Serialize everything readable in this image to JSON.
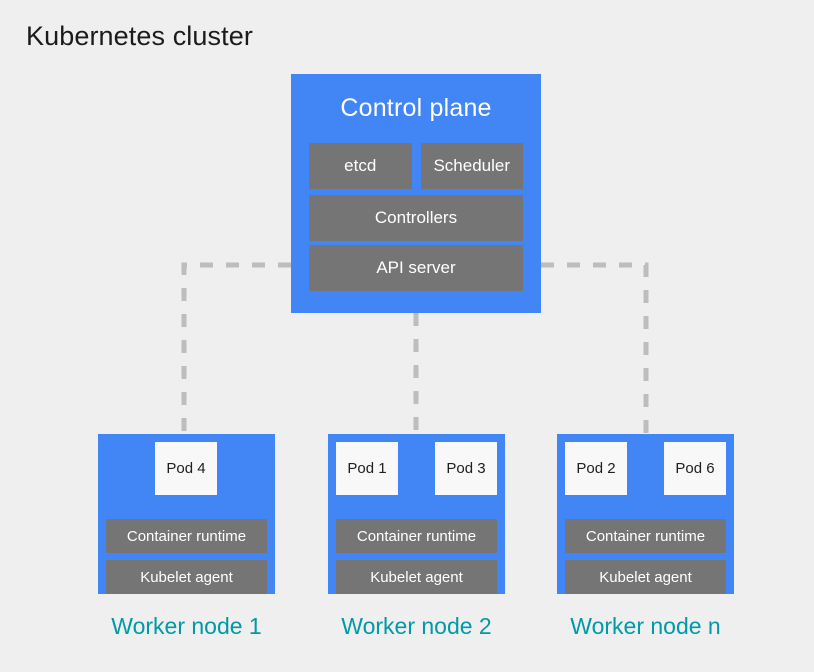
{
  "title": "Kubernetes cluster",
  "colors": {
    "background": "#efefef",
    "node_blue": "#4285f4",
    "component_gray": "#757575",
    "pod_white": "#f8f8f8",
    "label_teal": "#009aa6",
    "connector_gray": "#bdbdbd",
    "title_black": "#1b1b1b"
  },
  "control_plane": {
    "title": "Control plane",
    "rows": [
      {
        "type": "split",
        "boxes": [
          {
            "label": "etcd"
          },
          {
            "label": "Scheduler"
          }
        ]
      },
      {
        "type": "full",
        "boxes": [
          {
            "label": "Controllers"
          }
        ]
      },
      {
        "type": "full",
        "boxes": [
          {
            "label": "API server"
          }
        ]
      }
    ]
  },
  "worker_nodes": [
    {
      "label": "Worker node 1",
      "pods": [
        {
          "label": "Pod 4",
          "position": "center"
        }
      ],
      "components": [
        {
          "label": "Container runtime"
        },
        {
          "label": "Kubelet agent"
        }
      ]
    },
    {
      "label": "Worker node 2",
      "pods": [
        {
          "label": "Pod 1",
          "position": "left"
        },
        {
          "label": "Pod 3",
          "position": "right"
        }
      ],
      "components": [
        {
          "label": "Container runtime"
        },
        {
          "label": "Kubelet agent"
        }
      ]
    },
    {
      "label": "Worker node n",
      "pods": [
        {
          "label": "Pod 2",
          "position": "left"
        },
        {
          "label": "Pod 6",
          "position": "right"
        }
      ],
      "components": [
        {
          "label": "Container runtime"
        },
        {
          "label": "Kubelet agent"
        }
      ]
    }
  ],
  "connectors": {
    "style": "dashed",
    "description": "API server connects to each worker node"
  }
}
